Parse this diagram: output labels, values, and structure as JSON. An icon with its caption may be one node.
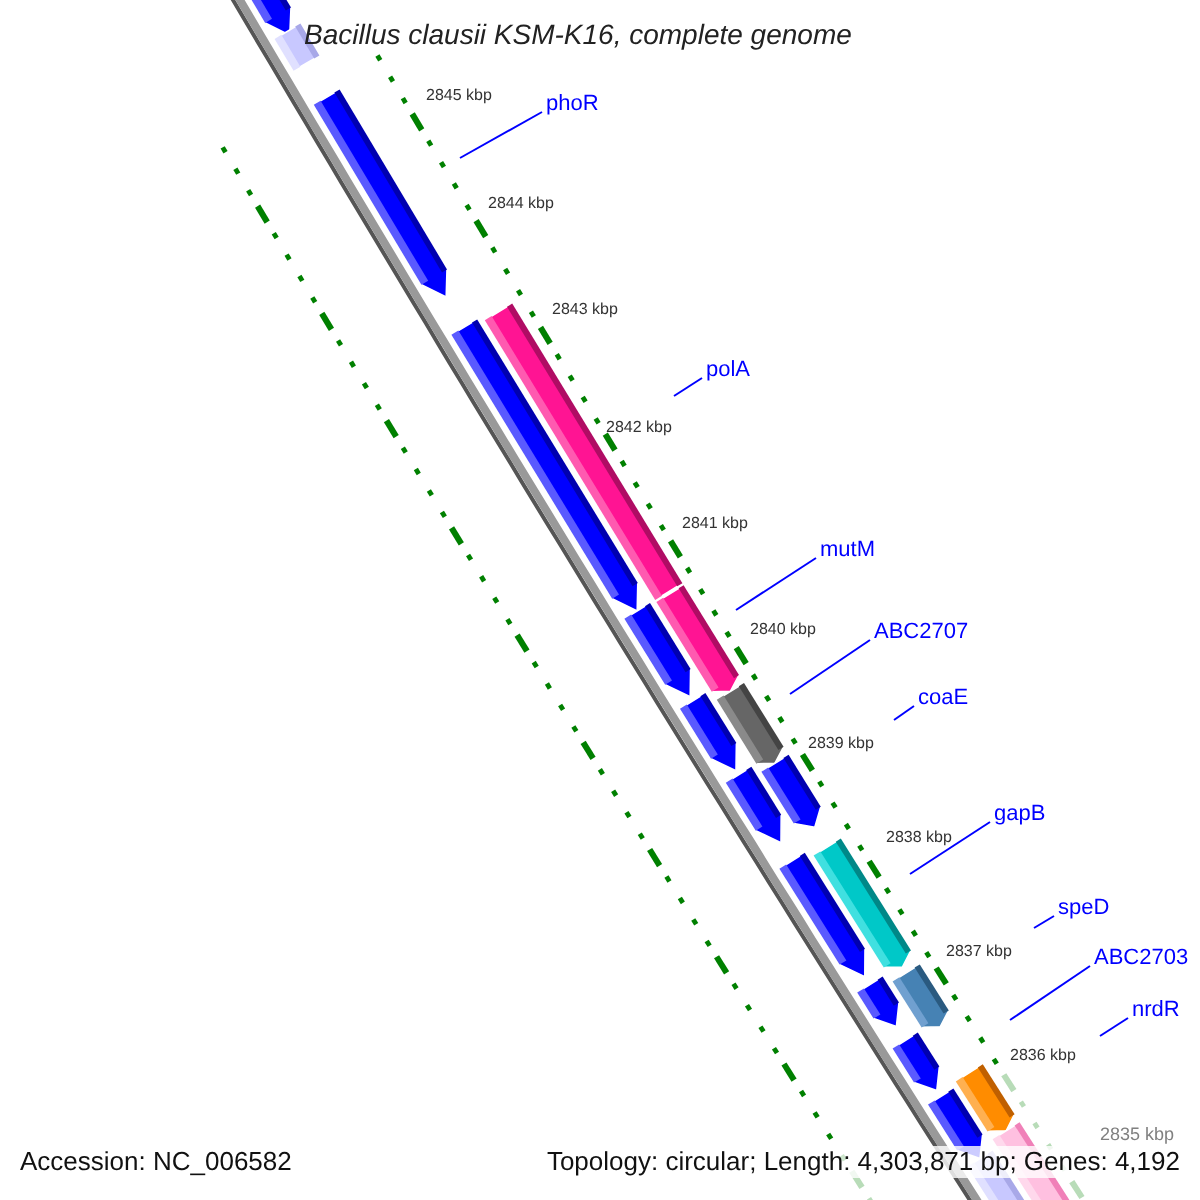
{
  "diagram": {
    "title": "Bacillus clausii KSM-K16, complete genome",
    "nodes": [
      {
        "text": [
          "phoR"
        ]
      },
      {
        "text": [
          "polA"
        ]
      },
      {
        "text": [
          "mutM"
        ]
      },
      {
        "text": [
          "ABC2707"
        ]
      },
      {
        "text": [
          "coaE"
        ]
      },
      {
        "text": [
          "gapB"
        ]
      },
      {
        "text": [
          "speD"
        ]
      },
      {
        "text": [
          "ABC2703"
        ]
      },
      {
        "text": [
          "nrdR"
        ]
      }
    ],
    "edges": [
      {
        "from": 0,
        "to": null,
        "arrow": "none"
      },
      {
        "from": 1,
        "to": null,
        "arrow": "none"
      },
      {
        "from": 2,
        "to": null,
        "arrow": "none"
      },
      {
        "from": 3,
        "to": null,
        "arrow": "none"
      },
      {
        "from": 4,
        "to": null,
        "arrow": "none"
      },
      {
        "from": 5,
        "to": null,
        "arrow": "none"
      },
      {
        "from": 6,
        "to": null,
        "arrow": "none"
      },
      {
        "from": 7,
        "to": null,
        "arrow": "none"
      },
      {
        "from": 8,
        "to": null,
        "arrow": "none"
      }
    ],
    "labels": [
      "2845 kbp",
      "2844 kbp",
      "2843 kbp",
      "2842 kbp",
      "2841 kbp",
      "2840 kbp",
      "2839 kbp",
      "2838 kbp",
      "2837 kbp",
      "2836 kbp",
      "2835 kbp",
      "Accession: NC_006582",
      "Topology: circular; Length: 4,303,871 bp; Genes: 4,192"
    ]
  }
}
